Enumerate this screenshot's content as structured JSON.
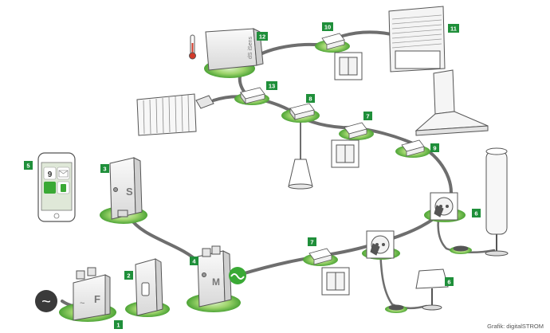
{
  "diagram": {
    "colors": {
      "accent_green": "#3aa935",
      "badge_green": "#1f8f3a",
      "cable": "#6e6e6e",
      "outline": "#555555",
      "device_fill": "#f1f1f1"
    },
    "badges": [
      "1",
      "2",
      "3",
      "4",
      "5",
      "6",
      "6",
      "7",
      "7",
      "8",
      "9",
      "10",
      "11",
      "12",
      "13"
    ],
    "iphone_screen": {
      "tile_number": "9"
    },
    "device_labels": {
      "meter_letter": "M",
      "sensor_letter": "S",
      "filter_letter": "F",
      "hub_text": "dS iSens"
    },
    "symbols": {
      "mains_symbol": "~",
      "filter_wave": "~"
    },
    "credit": "Grafik: digitalSTROM"
  }
}
